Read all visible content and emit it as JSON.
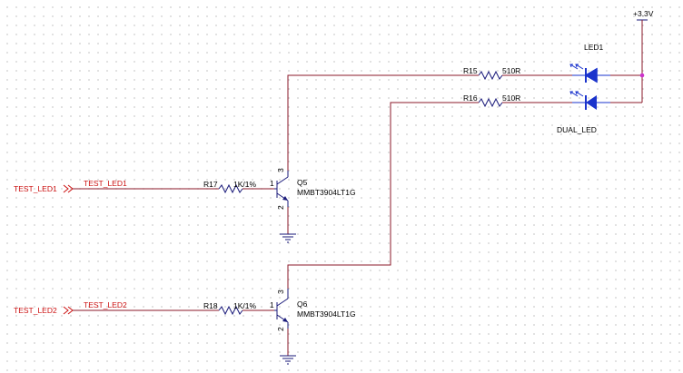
{
  "power": {
    "label": "+3.3V"
  },
  "leds": {
    "led1_label": "LED1",
    "led2_label": "DUAL_LED"
  },
  "resistors": {
    "r15": {
      "ref": "R15",
      "value": "510R"
    },
    "r16": {
      "ref": "R16",
      "value": "510R"
    },
    "r17": {
      "ref": "R17",
      "value": "1K/1%"
    },
    "r18": {
      "ref": "R18",
      "value": "1K/1%"
    }
  },
  "transistors": {
    "q5": {
      "ref": "Q5",
      "part": "MMBT3904LT1G",
      "pin_base": "1",
      "pin_collector": "3",
      "pin_emitter": "2"
    },
    "q6": {
      "ref": "Q6",
      "part": "MMBT3904LT1G",
      "pin_base": "1",
      "pin_collector": "3",
      "pin_emitter": "2"
    }
  },
  "ports": {
    "test_led1": "TEST_LED1",
    "test_led2": "TEST_LED2"
  },
  "nets": {
    "test_led1": "TEST_LED1",
    "test_led2": "TEST_LED2"
  },
  "colors": {
    "wire": "#8b1a2a",
    "component": "#1a1a7a",
    "net_label": "#cc1111",
    "led": "#1a33cc",
    "junction": "#cc33cc"
  }
}
